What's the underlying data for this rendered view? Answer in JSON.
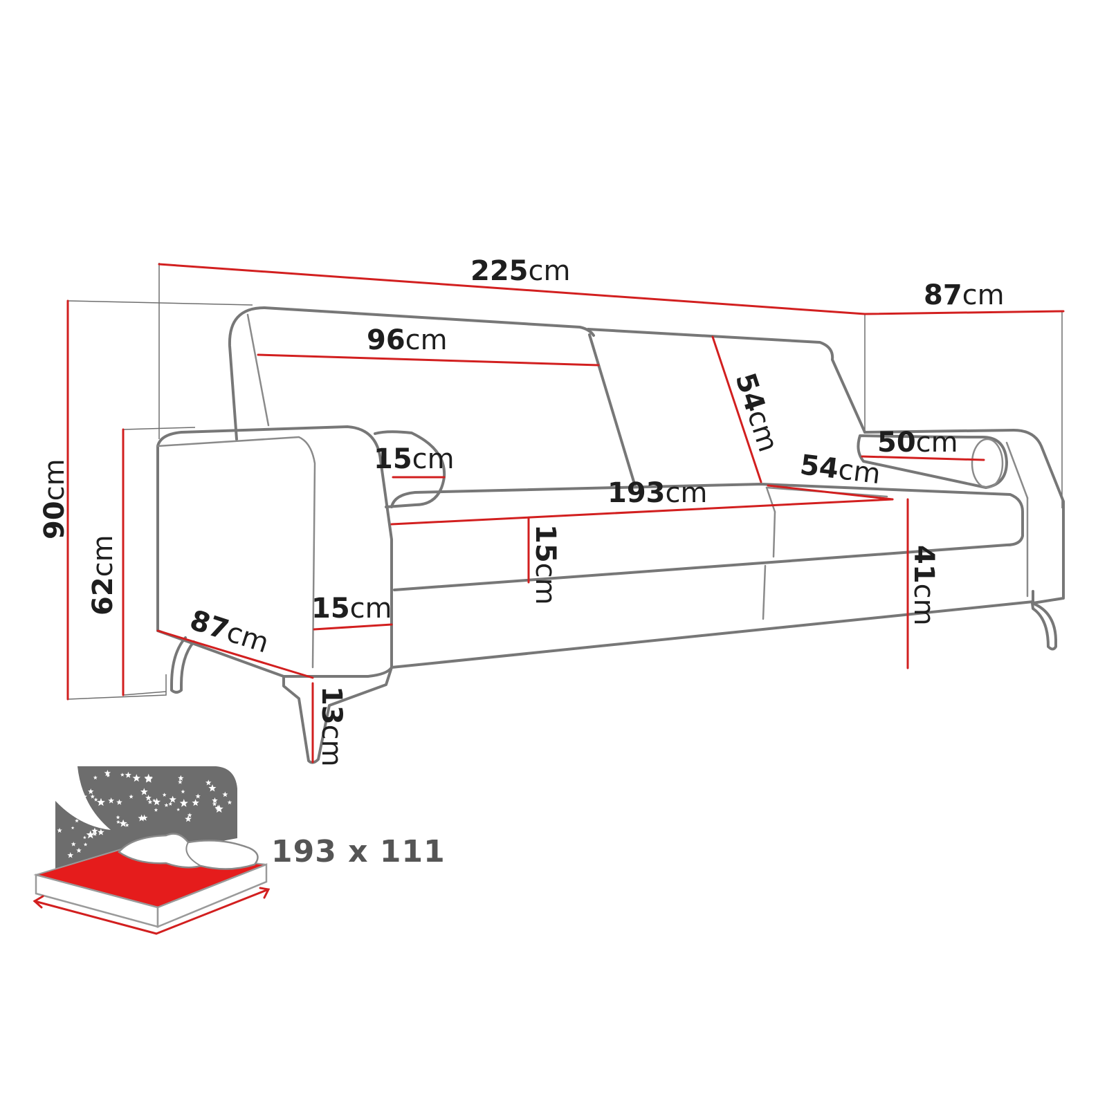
{
  "unit": "cm",
  "colors": {
    "outline": "#777777",
    "dimension_line": "#d21f1f",
    "label_text": "#1e1e1e",
    "bed_fill": "#e51c1c",
    "bed_background": "#6d6d6d"
  },
  "dimensions": {
    "total_width": {
      "value": "225",
      "unit": "cm"
    },
    "total_depth": {
      "value": "87",
      "unit": "cm"
    },
    "backrest_width": {
      "value": "96",
      "unit": "cm"
    },
    "backrest_height": {
      "value": "54",
      "unit": "cm"
    },
    "total_height": {
      "value": "90",
      "unit": "cm"
    },
    "armrest_height": {
      "value": "62",
      "unit": "cm"
    },
    "bolster_left_diameter": {
      "value": "15",
      "unit": "cm"
    },
    "bolster_length": {
      "value": "50",
      "unit": "cm"
    },
    "seat_depth": {
      "value": "54",
      "unit": "cm"
    },
    "seat_width": {
      "value": "193",
      "unit": "cm"
    },
    "cushion_thickness": {
      "value": "15",
      "unit": "cm"
    },
    "seat_height": {
      "value": "41",
      "unit": "cm"
    },
    "armrest_width": {
      "value": "15",
      "unit": "cm"
    },
    "side_depth": {
      "value": "87",
      "unit": "cm"
    },
    "leg_height": {
      "value": "13",
      "unit": "cm"
    }
  },
  "sleeping_area": {
    "label": "193 x 111",
    "icon": "bed-night-stars-icon"
  }
}
